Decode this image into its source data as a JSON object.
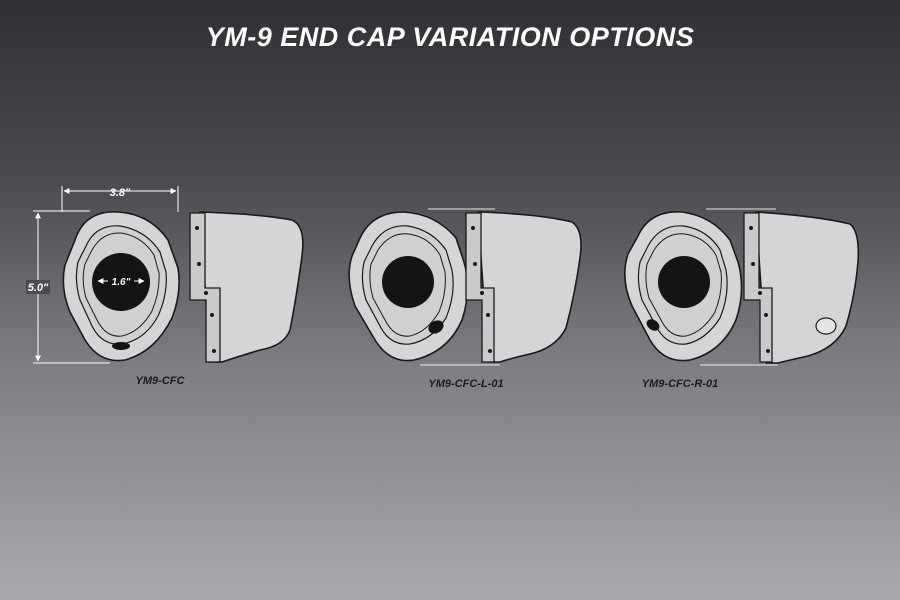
{
  "title": "YM-9 END CAP VARIATION OPTIONS",
  "dimensions": {
    "width": "3.8\"",
    "height": "5.0\"",
    "inner": "1.6\""
  },
  "products": [
    {
      "label": "YM9-CFC"
    },
    {
      "label": "YM9-CFC-L-01"
    },
    {
      "label": "YM9-CFC-R-01"
    }
  ]
}
